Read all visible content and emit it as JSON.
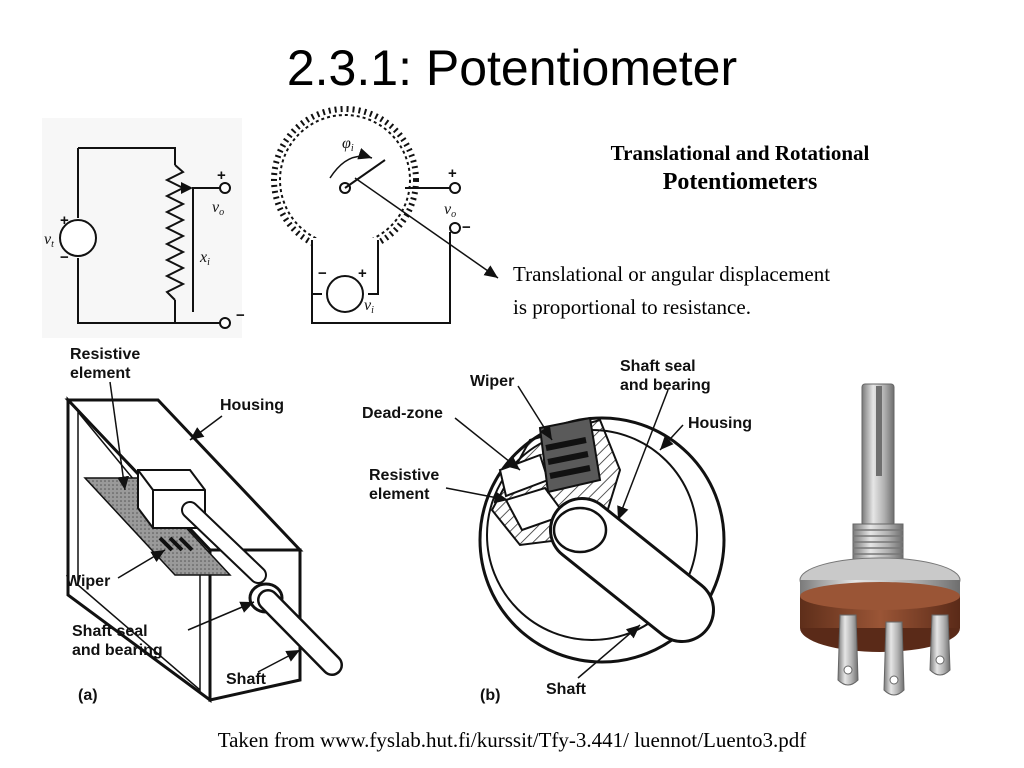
{
  "slide": {
    "title": "2.3.1: Potentiometer",
    "subtitle_line1": "Translational and Rotational",
    "subtitle_line2": "Potentiometers",
    "description_line1": "Translational or angular displacement",
    "description_line2": "is proportional to resistance.",
    "footer": "Taken from www.fyslab.hut.fi/kurssit/Tfy-3.441/ luennot/Luento3.pdf"
  },
  "circuits": {
    "translational": {
      "source_symbol": "v",
      "source_sub": "t",
      "output_symbol": "v",
      "output_sub": "o",
      "displacement_symbol": "x",
      "displacement_sub": "i",
      "plus": "+",
      "minus": "−"
    },
    "rotational": {
      "angle_symbol": "φ",
      "angle_sub": "i",
      "source_symbol": "v",
      "source_sub": "i",
      "output_symbol": "v",
      "output_sub": "o",
      "plus": "+",
      "minus": "−"
    }
  },
  "linear_cutaway": {
    "resistive_element_l1": "Resistive",
    "resistive_element_l2": "element",
    "housing": "Housing",
    "wiper": "Wiper",
    "shaft_seal_l1": "Shaft seal",
    "shaft_seal_l2": "and bearing",
    "shaft": "Shaft",
    "fig_letter": "(a)"
  },
  "rotary_cutaway": {
    "wiper": "Wiper",
    "dead_zone": "Dead-zone",
    "resistive_element_l1": "Resistive",
    "resistive_element_l2": "element",
    "shaft_seal_l1": "Shaft seal",
    "shaft_seal_l2": "and bearing",
    "housing": "Housing",
    "shaft": "Shaft",
    "fig_letter": "(b)"
  },
  "colors": {
    "background": "#ffffff",
    "text": "#000000",
    "pot_body": "#8b4a2e",
    "pot_metal": "#b8b8b8"
  }
}
